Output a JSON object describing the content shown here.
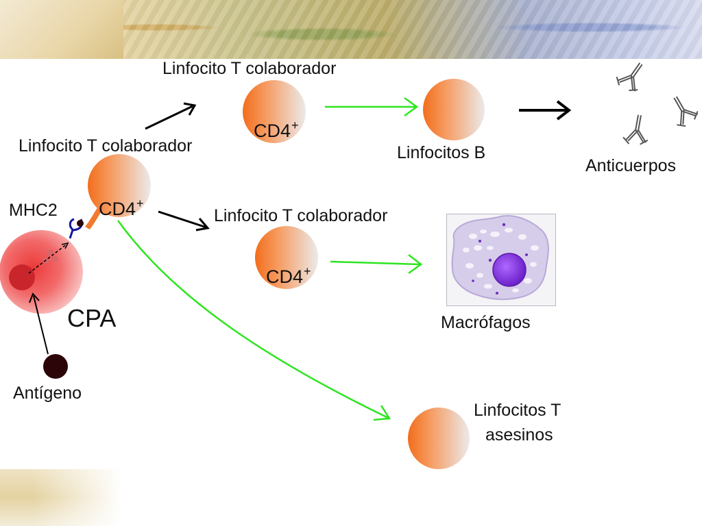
{
  "labels": {
    "th_top": "Linfocito T colaborador",
    "th_left": "Linfocito T colaborador",
    "th_middle": "Linfocito T colaborador",
    "cd4_left": "CD4",
    "cd4_top": "CD4",
    "cd4_middle": "CD4",
    "cd4_superscript": "+",
    "mhc2": "MHC2",
    "cpa": "CPA",
    "antigen": "Antígeno",
    "b_cells": "Linfocitos B",
    "antibodies": "Anticuerpos",
    "macrophages": "Macrófagos",
    "killer_line1": "Linfocitos T",
    "killer_line2": "asesinos"
  },
  "colors": {
    "cell_orange": "#f47a2c",
    "cell_gray": "#e6e4e4",
    "cpa_red": "#f04646",
    "cpa_pink": "#f9b3b3",
    "antigen_dark": "#2b0508",
    "arrow_green": "#2de51f",
    "arrow_black": "#000000",
    "receptor_blue": "#16169a",
    "macrophage_lilac": "#d6cdea",
    "macrophage_nucleus": "#8a3de6"
  }
}
